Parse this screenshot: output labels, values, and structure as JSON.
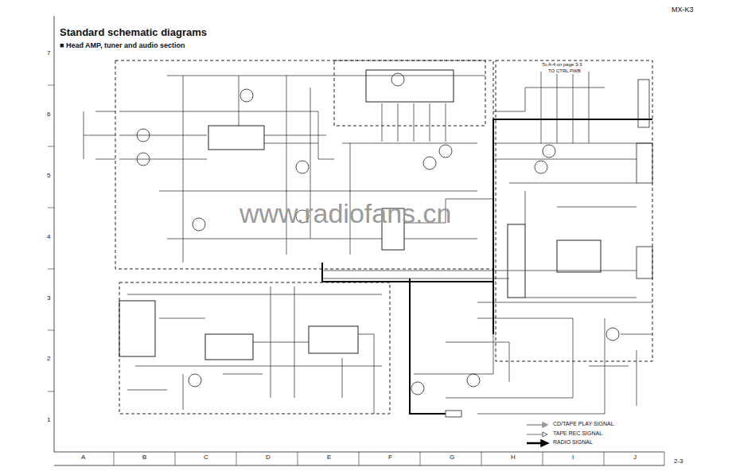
{
  "diagram": {
    "title": "Standard schematic diagrams",
    "labels": [
      "MX-K3",
      "■ Head AMP, tuner and audio section",
      "7",
      "6",
      "5",
      "4",
      "3",
      "2",
      "1",
      "A",
      "B",
      "C",
      "D",
      "E",
      "F",
      "G",
      "H",
      "I",
      "J",
      "2-3",
      "To A-4 on page 3-3",
      "TO CTRL PWB",
      "www.radiofans.cn"
    ],
    "legend": [
      {
        "text": "CD/TAPE PLAY SIGNAL"
      },
      {
        "text": "TAPE REC SIGNAL"
      },
      {
        "text": "RADIO SIGNAL"
      }
    ]
  }
}
